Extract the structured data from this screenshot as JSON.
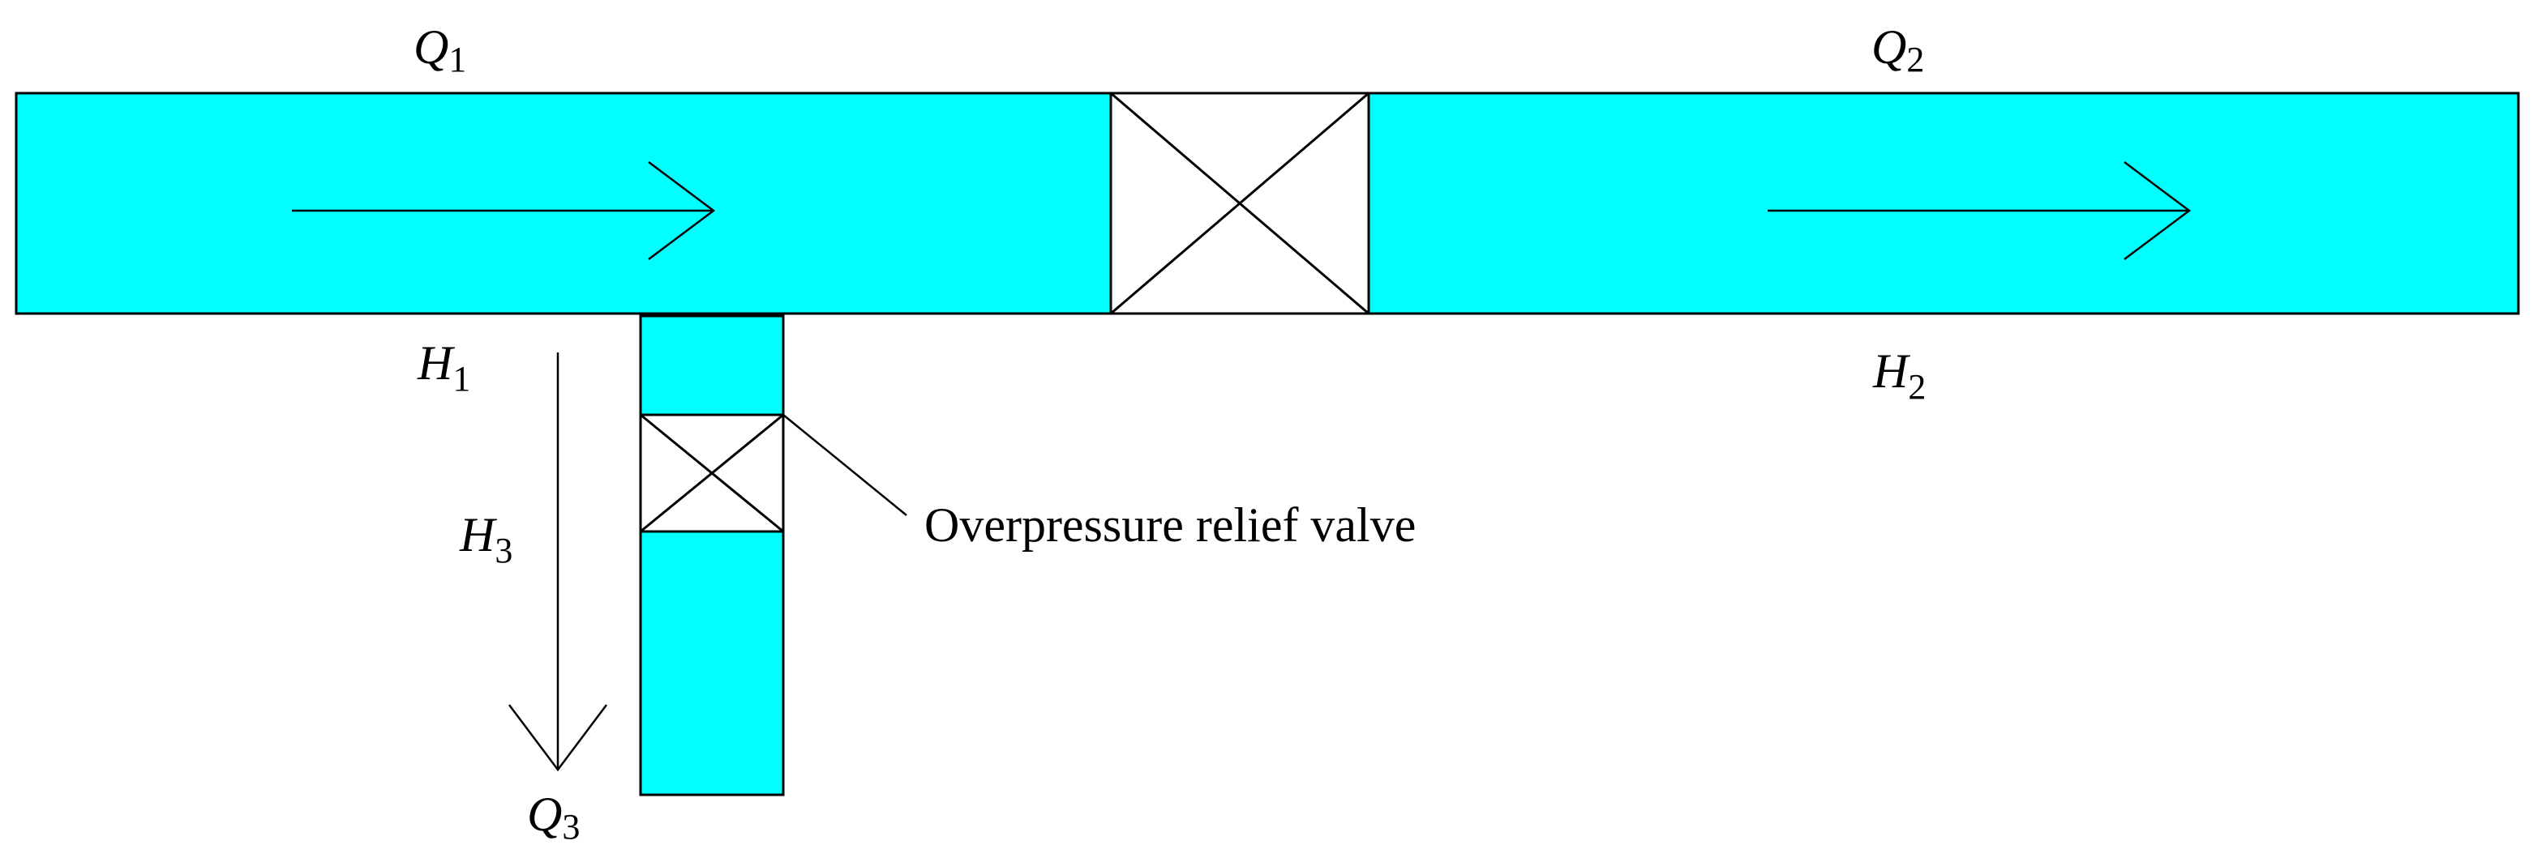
{
  "colors": {
    "pipe_fill": "#00FFFF",
    "outline": "#000000",
    "valve_fill": "#FFFFFF",
    "background": "#FFFFFF"
  },
  "labels": {
    "q1": {
      "symbol": "Q",
      "sub": "1"
    },
    "q2": {
      "symbol": "Q",
      "sub": "2"
    },
    "q3": {
      "symbol": "Q",
      "sub": "3"
    },
    "h1": {
      "symbol": "H",
      "sub": "1"
    },
    "h2": {
      "symbol": "H",
      "sub": "2"
    },
    "h3": {
      "symbol": "H",
      "sub": "3"
    },
    "relief_valve": "Overpressure relief valve"
  }
}
